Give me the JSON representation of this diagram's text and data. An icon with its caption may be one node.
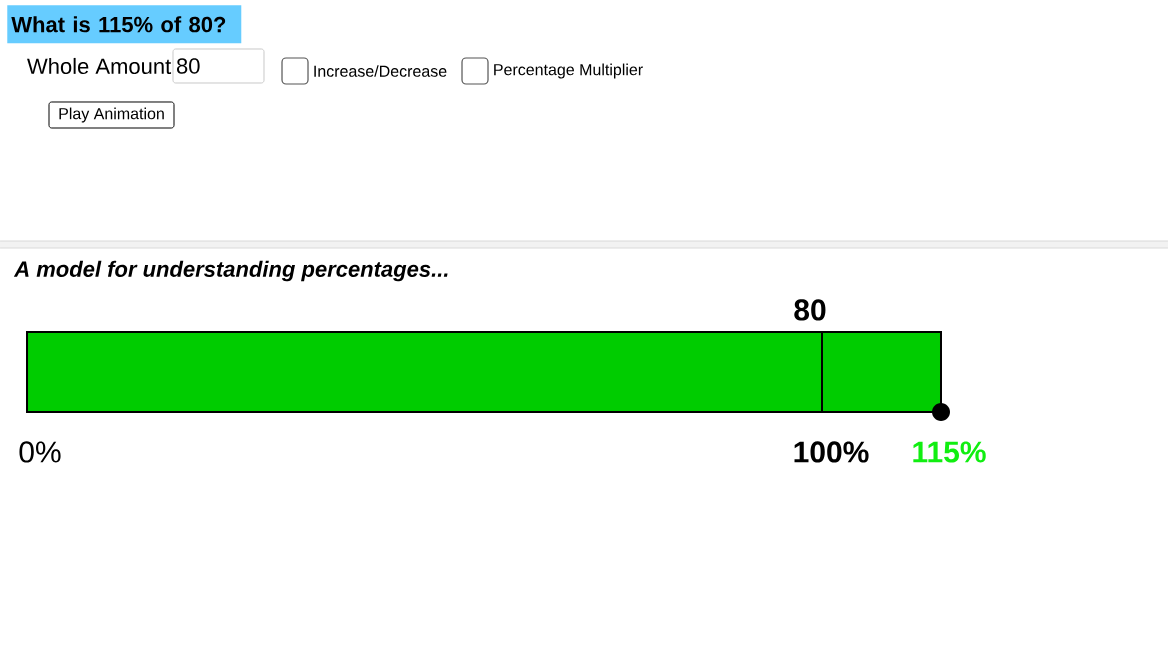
{
  "diagram": {
    "title": "What is 115% of 80?",
    "nodes": [
      {
        "text": [
          "80"
        ],
        "beside": [
          "Whole Amount"
        ]
      },
      {
        "text": [],
        "shape": "box",
        "beside": [
          "Increase/Decrease"
        ]
      },
      {
        "text": [],
        "shape": "box",
        "beside": [
          "Percentage Multiplier"
        ]
      },
      {
        "text": [
          "Play Animation"
        ]
      }
    ],
    "labels": [
      "A model for understanding percentages...",
      "80",
      "0%",
      "100%",
      "115%"
    ]
  }
}
